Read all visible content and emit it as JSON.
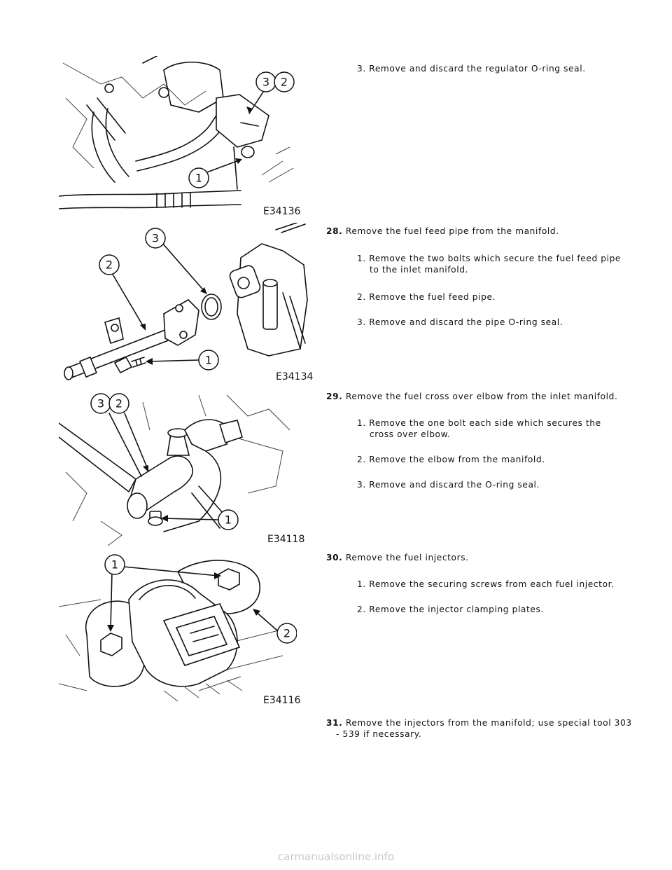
{
  "figures": [
    {
      "code": "E34136",
      "callouts": [
        "3",
        "2",
        "1"
      ]
    },
    {
      "code": "E34134",
      "callouts": [
        "3",
        "2",
        "1"
      ]
    },
    {
      "code": "E34118",
      "callouts": [
        "3",
        "2",
        "1"
      ]
    },
    {
      "code": "E34116",
      "callouts": [
        "1",
        "2"
      ]
    }
  ],
  "blocks": [
    {
      "step": "",
      "text": "",
      "subs": [
        "3. Remove and discard the regulator O-ring seal."
      ]
    },
    {
      "step": "28.",
      "text": "Remove the fuel feed pipe from the manifold.",
      "subs": [
        "1. Remove the two bolts which secure the fuel feed pipe",
        "to the inlet manifold.",
        "2. Remove the fuel feed pipe.",
        "3. Remove and discard the pipe O-ring seal."
      ]
    },
    {
      "step": "29.",
      "text": "Remove the fuel cross over elbow from the inlet manifold.",
      "subs": [
        "1. Remove the one bolt each side which secures the",
        "cross over elbow.",
        "2. Remove the elbow from the manifold.",
        "3. Remove and discard the O-ring seal."
      ]
    },
    {
      "step": "30.",
      "text": "Remove the fuel injectors.",
      "subs": [
        "1. Remove the securing screws from each fuel injector.",
        "2. Remove the injector clamping plates."
      ]
    },
    {
      "step": "31.",
      "text": "Remove the injectors from the manifold; use special tool 303",
      "subs": [
        "- 539 if necessary."
      ]
    }
  ],
  "watermark": "carmanualsonline.info"
}
